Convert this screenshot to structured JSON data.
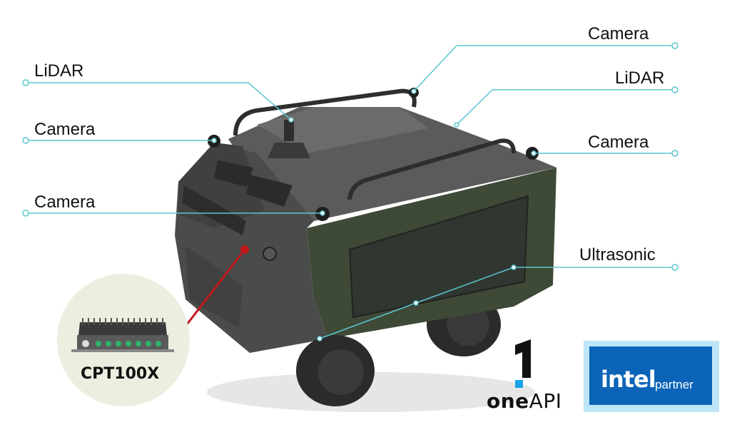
{
  "labels": {
    "lidar_left": "LiDAR",
    "camera_left_upper": "Camera",
    "camera_left_lower": "Camera",
    "camera_right_top": "Camera",
    "lidar_right": "LiDAR",
    "camera_right": "Camera",
    "ultrasonic": "Ultrasonic"
  },
  "device": {
    "name": "CPT100X"
  },
  "logos": {
    "oneapi_bold": "one",
    "oneapi_regular": "API",
    "intel_word": "intel",
    "intel_partner": "partner"
  },
  "colors": {
    "callout_line": "#5bc6cf",
    "robot_body": "#4a4c4b",
    "robot_side": "#3e4a36",
    "pointer": "#c0191c",
    "intel_blue": "#0b64b8",
    "intel_light": "#bfe6f8"
  }
}
